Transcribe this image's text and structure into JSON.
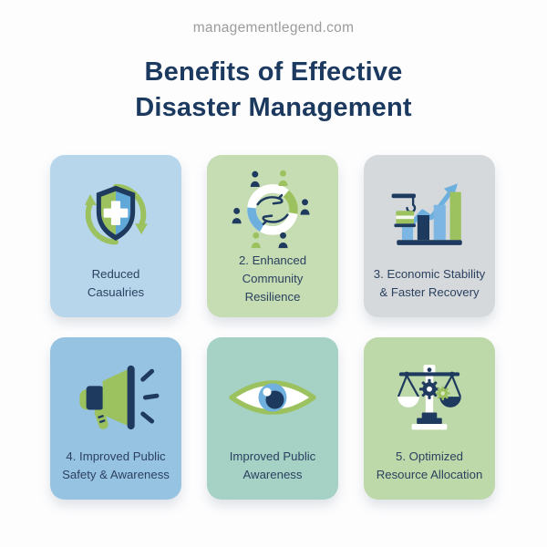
{
  "site": {
    "domain": "managementlegend.com"
  },
  "title": {
    "line1": "Benefits of Effective",
    "line2": "Disaster Management"
  },
  "palette": {
    "navy": "#1f3a5f",
    "icon_green": "#9cc25f",
    "icon_blue": "#6db0dd",
    "title_color": "#1c3960",
    "label_color": "#2b4160",
    "site_text_color": "#9b9b9b",
    "page_bg": "#fdfdfe",
    "card_blue_light": "#b7d6ec",
    "card_green_light": "#c6dcb3",
    "card_gray": "#d6d9db",
    "card_blue": "#97c3e2",
    "card_teal": "#a5d2c5",
    "card_green": "#bed9a9"
  },
  "cards": [
    {
      "icon": "shield-cross-icon",
      "bg": "#b7d6ec",
      "lines": [
        "Reduced",
        "Casualries"
      ]
    },
    {
      "icon": "community-hands-icon",
      "bg": "#c6dcb3",
      "lines": [
        "2. Enhanced Community",
        "Resilience"
      ]
    },
    {
      "icon": "growth-chart-icon",
      "bg": "#d6d9db",
      "lines": [
        "3. Economic Stability",
        "& Faster Recovery"
      ]
    },
    {
      "icon": "megaphone-icon",
      "bg": "#97c3e2",
      "lines": [
        "4. Improved Public",
        "Safety & Awareness"
      ]
    },
    {
      "icon": "eye-icon",
      "bg": "#a5d2c5",
      "lines": [
        "Improved Public",
        "Awareness"
      ]
    },
    {
      "icon": "balance-scales-icon",
      "bg": "#bed9a9",
      "lines": [
        "5. Optimized",
        "Resource Allocation"
      ]
    }
  ]
}
